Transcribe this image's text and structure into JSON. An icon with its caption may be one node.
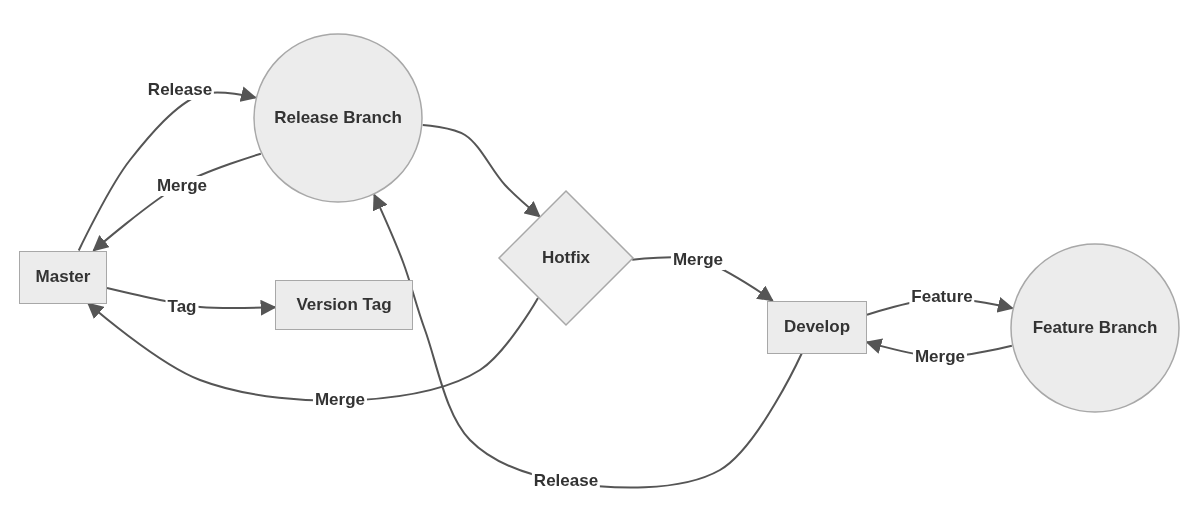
{
  "diagram": {
    "nodes": [
      {
        "text": [
          "Master"
        ]
      },
      {
        "text": [
          "Release Branch"
        ]
      },
      {
        "text": [
          "Version Tag"
        ]
      },
      {
        "text": [
          "Hotfix"
        ]
      },
      {
        "text": [
          "Develop"
        ]
      },
      {
        "text": [
          "Feature Branch"
        ]
      }
    ],
    "edges": [
      {
        "from": 0,
        "to": 1,
        "arrow": "to",
        "label": "Release"
      },
      {
        "from": 1,
        "to": 0,
        "arrow": "to",
        "label": "Merge"
      },
      {
        "from": 0,
        "to": 2,
        "arrow": "to",
        "label": "Tag"
      },
      {
        "from": 1,
        "to": 3,
        "arrow": "to"
      },
      {
        "from": 3,
        "to": 4,
        "arrow": "to",
        "label": "Merge"
      },
      {
        "from": 3,
        "to": 0,
        "arrow": "to",
        "label": "Merge"
      },
      {
        "from": 4,
        "to": 5,
        "arrow": "to",
        "label": "Feature"
      },
      {
        "from": 5,
        "to": 4,
        "arrow": "to",
        "label": "Merge"
      },
      {
        "from": 4,
        "to": 1,
        "arrow": "to",
        "label": "Release"
      }
    ]
  }
}
